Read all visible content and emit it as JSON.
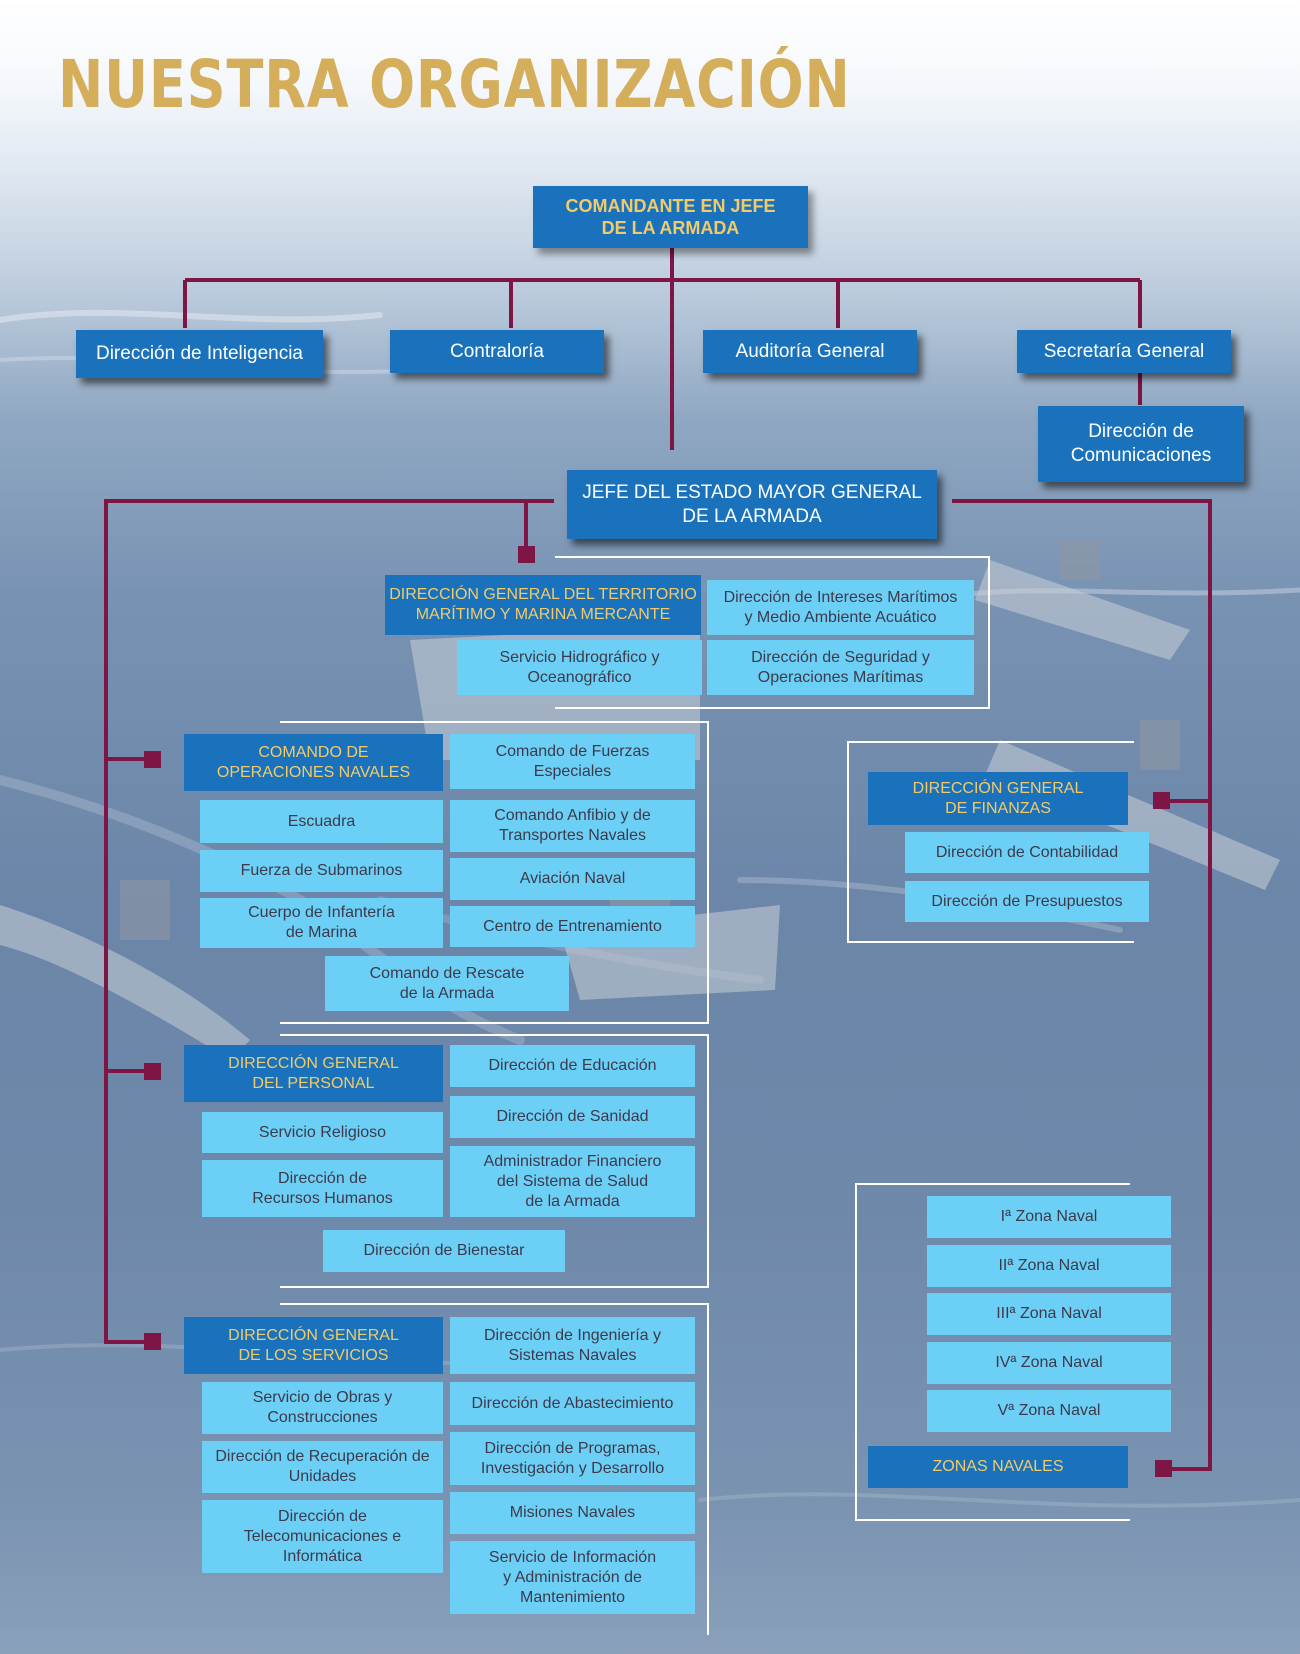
{
  "title": "NUESTRA ORGANIZACIÓN",
  "colors": {
    "title": "#d4ae5a",
    "dark_box": "#1a72bc",
    "light_box": "#6ccff5",
    "gold_text": "#f1cb6a",
    "connector": "#7d1545"
  },
  "top": {
    "commander": "COMANDANTE EN JEFE\nDE LA ARMADA",
    "direct_units": [
      "Dirección de Inteligencia",
      "Contraloría",
      "Auditoría General",
      "Secretaría General"
    ],
    "communications": "Dirección de\nComunicaciones",
    "chief_of_staff": "JEFE DEL ESTADO MAYOR GENERAL\nDE LA ARMADA"
  },
  "territorio": {
    "head": "DIRECCIÓN GENERAL DEL TERRITORIO\nMARÍTIMO Y MARINA MERCANTE",
    "units": [
      "Dirección de Intereses Marítimos\ny Medio Ambiente Acuático",
      "Servicio Hidrográfico y\nOceanográfico",
      "Dirección de Seguridad y\nOperaciones Marítimas"
    ]
  },
  "operaciones": {
    "head": "COMANDO DE\nOPERACIONES NAVALES",
    "units": [
      "Comando de Fuerzas\nEspeciales",
      "Escuadra",
      "Comando Anfibio y de\nTransportes Navales",
      "Fuerza de Submarinos",
      "Aviación Naval",
      "Cuerpo de Infantería\nde Marina",
      "Centro de Entrenamiento",
      "Comando de Rescate\nde la Armada"
    ]
  },
  "finanzas": {
    "head": "DIRECCIÓN GENERAL\nDE FINANZAS",
    "units": [
      "Dirección de Contabilidad",
      "Dirección de Presupuestos"
    ]
  },
  "personal": {
    "head": "DIRECCIÓN GENERAL\nDEL PERSONAL",
    "units": [
      "Dirección de Educación",
      "Dirección de Sanidad",
      "Servicio Religioso",
      "Administrador Financiero\ndel Sistema de Salud\nde la Armada",
      "Dirección de\nRecursos Humanos",
      "Dirección de Bienestar"
    ]
  },
  "zonas": {
    "units": [
      "Iª Zona Naval",
      "IIª Zona Naval",
      "IIIª Zona Naval",
      "IVª Zona Naval",
      "Vª Zona Naval"
    ],
    "head": "ZONAS NAVALES"
  },
  "servicios": {
    "head": "DIRECCIÓN GENERAL\nDE LOS SERVICIOS",
    "units": [
      "Dirección de Ingeniería y\nSistemas Navales",
      "Servicio de Obras y\nConstrucciones",
      "Dirección de Abastecimiento",
      "Dirección de Recuperación de\nUnidades",
      "Dirección de Programas,\nInvestigación y Desarrollo",
      "Misiones Navales",
      "Dirección de\nTelecomunicaciones e\nInformática",
      "Servicio de Información\ny Administración de\nMantenimiento"
    ]
  }
}
